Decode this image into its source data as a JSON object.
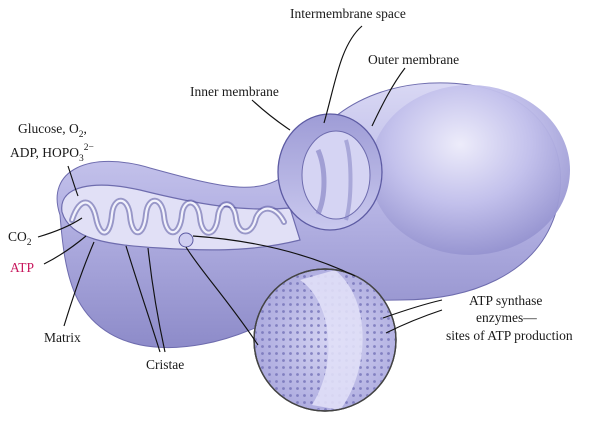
{
  "labels": {
    "intermembrane_space": "Intermembrane space",
    "outer_membrane": "Outer membrane",
    "inner_membrane": "Inner membrane",
    "glucose_line1_a": "Glucose, O",
    "glucose_line1_sub": "2",
    "glucose_line1_b": ",",
    "glucose_line2_a": "ADP, HOPO",
    "glucose_line2_sub": "3",
    "glucose_line2_sup": "2−",
    "co2_a": "CO",
    "co2_sub": "2",
    "atp": "ATP",
    "matrix": "Matrix",
    "cristae": "Cristae",
    "atp_synthase_line1": "ATP synthase",
    "atp_synthase_line2": "enzymes—",
    "atp_synthase_line3": "sites of ATP production"
  },
  "colors": {
    "atp_label": "#c8175d",
    "membrane_body": "#b9b7e6",
    "membrane_shadow": "#8a88c9",
    "membrane_highlight": "#e4e3f7",
    "lines": "#111111"
  }
}
